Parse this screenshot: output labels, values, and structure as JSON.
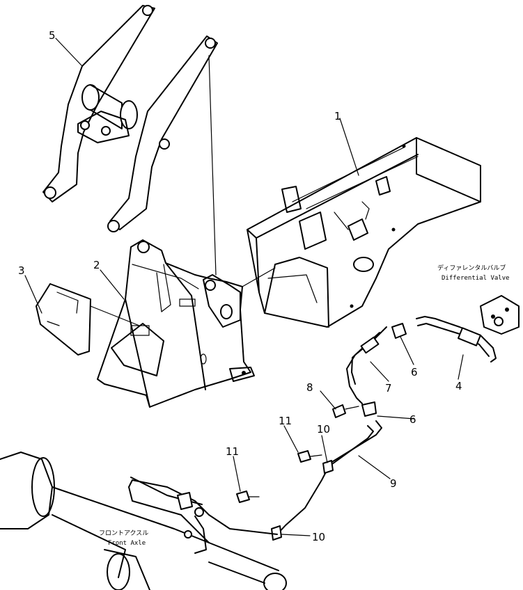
{
  "callouts": [
    "1",
    "2",
    "3",
    "4",
    "5",
    "6",
    "6",
    "7",
    "8",
    "9",
    "10",
    "10",
    "11",
    "11"
  ],
  "labels": {
    "differential_valve_jp": "ディファレンタルバルブ",
    "differential_valve_en": "Differential Valve",
    "front_axle_jp": "フロントアクスル",
    "front_axle_en": "Front Axle"
  }
}
